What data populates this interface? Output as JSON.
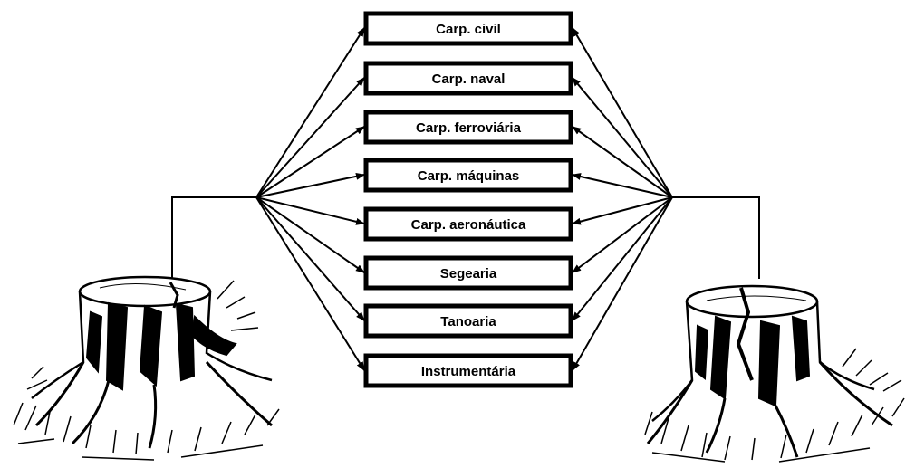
{
  "diagram": {
    "boxes": [
      {
        "label": "Carp. civil"
      },
      {
        "label": "Carp. naval"
      },
      {
        "label": "Carp. ferroviária"
      },
      {
        "label": "Carp. máquinas"
      },
      {
        "label": "Carp. aeronáutica"
      },
      {
        "label": "Segearia"
      },
      {
        "label": "Tanoaria"
      },
      {
        "label": "Instrumentária"
      }
    ],
    "illustrations": {
      "left": "tree-stump",
      "right": "tree-stump"
    },
    "colors": {
      "ink": "#000000",
      "background": "#ffffff"
    }
  }
}
